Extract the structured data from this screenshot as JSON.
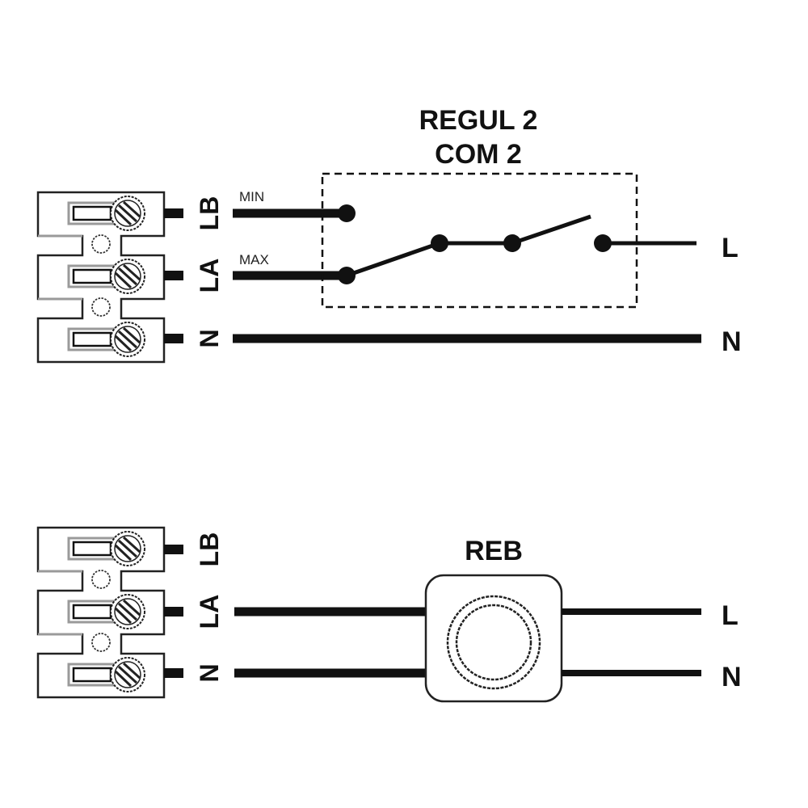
{
  "diagrams": [
    {
      "id": "top",
      "device_title_line1": "REGUL 2",
      "device_title_line2": "COM 2",
      "terminals": [
        "LB",
        "LA",
        "N"
      ],
      "wire_labels": {
        "LB": "MIN",
        "LA": "MAX"
      },
      "supply_labels": {
        "L": "L",
        "N": "N"
      }
    },
    {
      "id": "bottom",
      "device_title": "REB",
      "terminals": [
        "LB",
        "LA",
        "N"
      ],
      "supply_labels": {
        "L": "L",
        "N": "N"
      }
    }
  ],
  "colors": {
    "line": "#111111",
    "block": "#222222",
    "block_shadow": "#9a9a9a"
  }
}
